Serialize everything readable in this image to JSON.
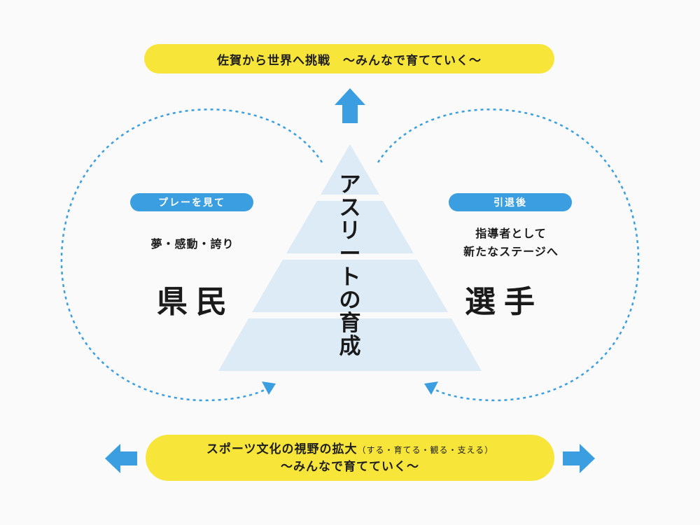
{
  "top_banner": {
    "text": "佐賀から世界へ挑戦　～みんなで育てていく～"
  },
  "left": {
    "tag": "プレーを見て",
    "subtitle": "夢・感動・誇り",
    "title": "県民"
  },
  "right": {
    "tag": "引退後",
    "subtitle_line1": "指導者として",
    "subtitle_line2": "新たなステージへ",
    "title": "選手"
  },
  "pyramid": {
    "label_chars": [
      "ア",
      "ス",
      "リ",
      "ー",
      "ト",
      "の",
      "育",
      "成"
    ]
  },
  "bottom_banner": {
    "line1_main": "スポーツ文化の視野の拡大",
    "line1_small": "（する・育てる・観る・支える）",
    "line2": "～みんなで育てていく～"
  },
  "colors": {
    "yellow": "#f8e53a",
    "blue": "#3a9ee0",
    "pyramid_fill": "#dcebf6",
    "background": "#fafafa"
  },
  "icons": {
    "up_arrow": "up-arrow-icon",
    "left_arrow": "left-arrow-icon",
    "right_arrow": "right-arrow-icon"
  }
}
